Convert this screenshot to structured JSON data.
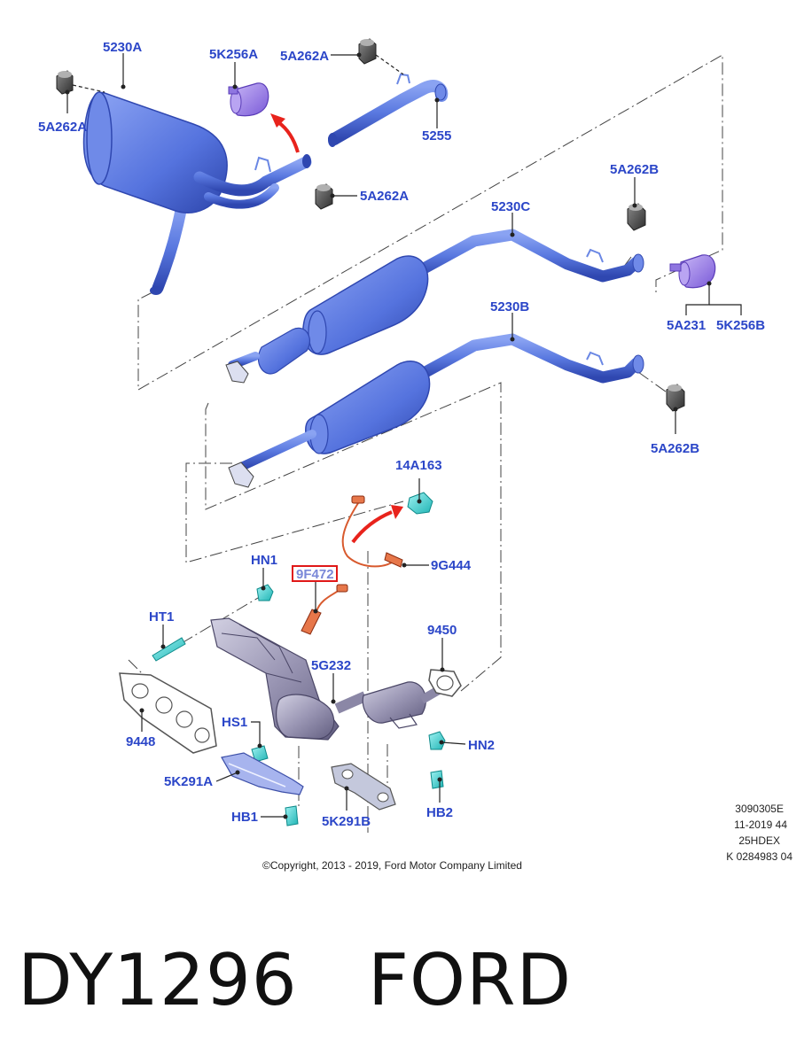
{
  "labels": {
    "l5230A": "5230A",
    "l5K256A": "5K256A",
    "l5A262A_top": "5A262A",
    "l5A262A_left": "5A262A",
    "l5A262A_mid": "5A262A",
    "l5255": "5255",
    "l5A262B_top": "5A262B",
    "l5230C": "5230C",
    "l5A231": "5A231",
    "l5K256B": "5K256B",
    "l5230B": "5230B",
    "l5A262B_bottom": "5A262B",
    "l14A163": "14A163",
    "l9G444": "9G444",
    "lHN1": "HN1",
    "l9F472": "9F472",
    "lHT1": "HT1",
    "l9450": "9450",
    "l5G232": "5G232",
    "l9448": "9448",
    "lHS1": "HS1",
    "lHN2": "HN2",
    "l5K291A": "5K291A",
    "lHB1": "HB1",
    "l5K291B": "5K291B",
    "lHB2": "HB2"
  },
  "reference": {
    "line1": "3090305E",
    "line2": "11-2019 44",
    "line3": "25HDEX",
    "line4": "K 0284983 04"
  },
  "copyright": "©Copyright, 2013 - 2019, Ford Motor Company Limited",
  "caption": "DY1296   FORD",
  "colors": {
    "label": "#2b46c8",
    "pipe": "#5a79e0",
    "pipe_dark": "#2f47b0",
    "bracket": "#9a7ae8",
    "clip": "#3fd6d6",
    "sensor": "#d85a2e",
    "arrow": "#e8231c",
    "highlight_box": "#e01818",
    "metal": "#9a96b4"
  }
}
